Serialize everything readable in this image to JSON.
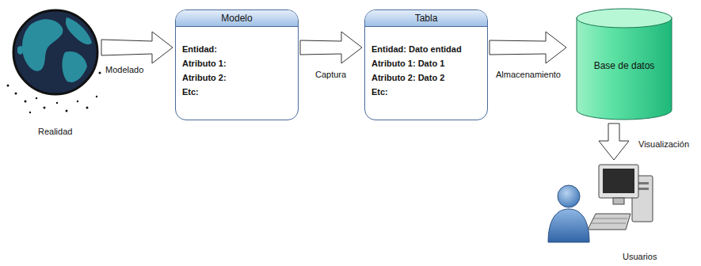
{
  "diagram": {
    "nodes": [
      {
        "text": [
          "Modelo",
          "Entidad:",
          "Atributo 1:",
          "Atributo 2:",
          "Etc:"
        ]
      },
      {
        "text": [
          "Tabla",
          "Entidad: Dato entidad",
          "Atributo 1: Dato 1",
          "Atributo 2: Dato 2",
          "Etc:"
        ]
      },
      {
        "text": [
          "Base de datos"
        ]
      }
    ],
    "edges": [
      {
        "from": 0,
        "to": 1,
        "arrow": "to",
        "label": "Captura"
      },
      {
        "from": 1,
        "to": 2,
        "arrow": "to",
        "label": "Almacenamiento"
      }
    ],
    "labels": [
      "Realidad",
      "Modelado",
      "Visualización",
      "Usuarios"
    ]
  }
}
